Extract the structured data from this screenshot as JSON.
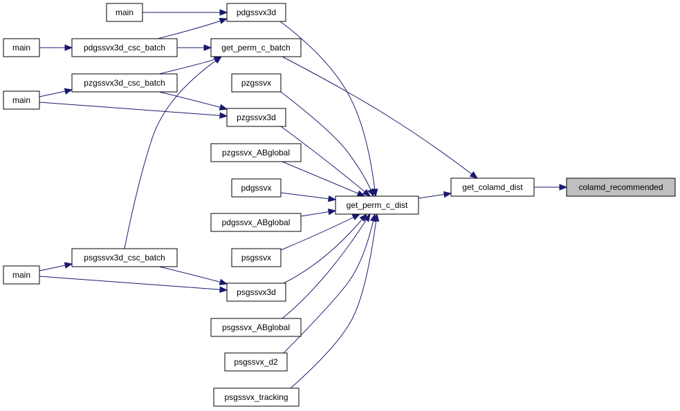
{
  "graph": {
    "edge_color": "#191970",
    "root_fill": "#bfbfbf",
    "nodes": [
      {
        "id": "colamd",
        "label": "colamd_recommended",
        "root": true
      },
      {
        "id": "getcol",
        "label": "get_colamd_dist"
      },
      {
        "id": "gpcd",
        "label": "get_perm_c_dist"
      },
      {
        "id": "gpcb",
        "label": "get_perm_c_batch"
      },
      {
        "id": "pdg3d",
        "label": "pdgssvx3d"
      },
      {
        "id": "pzgssvx",
        "label": "pzgssvx"
      },
      {
        "id": "pzg3d",
        "label": "pzgssvx3d"
      },
      {
        "id": "pzgab",
        "label": "pzgssvx_ABglobal"
      },
      {
        "id": "pdgssvx",
        "label": "pdgssvx"
      },
      {
        "id": "pdgab",
        "label": "pdgssvx_ABglobal"
      },
      {
        "id": "psgssvx",
        "label": "psgssvx"
      },
      {
        "id": "psg3d",
        "label": "psgssvx3d"
      },
      {
        "id": "psgab",
        "label": "psgssvx_ABglobal"
      },
      {
        "id": "psgd2",
        "label": "psgssvx_d2"
      },
      {
        "id": "psgtr",
        "label": "psgssvx_tracking"
      },
      {
        "id": "pdgcsc",
        "label": "pdgssvx3d_csc_batch"
      },
      {
        "id": "pzgcsc",
        "label": "pzgssvx3d_csc_batch"
      },
      {
        "id": "psgcsc",
        "label": "psgssvx3d_csc_batch"
      },
      {
        "id": "main1",
        "label": "main"
      },
      {
        "id": "main2",
        "label": "main"
      },
      {
        "id": "main3",
        "label": "main"
      },
      {
        "id": "main4",
        "label": "main"
      }
    ],
    "edges": [
      {
        "from": "getcol",
        "to": "colamd"
      },
      {
        "from": "gpcd",
        "to": "getcol"
      },
      {
        "from": "gpcb",
        "to": "getcol"
      },
      {
        "from": "pdg3d",
        "to": "gpcd"
      },
      {
        "from": "pzgssvx",
        "to": "gpcd"
      },
      {
        "from": "pzg3d",
        "to": "gpcd"
      },
      {
        "from": "pzgab",
        "to": "gpcd"
      },
      {
        "from": "pdgssvx",
        "to": "gpcd"
      },
      {
        "from": "pdgab",
        "to": "gpcd"
      },
      {
        "from": "psgssvx",
        "to": "gpcd"
      },
      {
        "from": "psg3d",
        "to": "gpcd"
      },
      {
        "from": "psgab",
        "to": "gpcd"
      },
      {
        "from": "psgd2",
        "to": "gpcd"
      },
      {
        "from": "psgtr",
        "to": "gpcd"
      },
      {
        "from": "pdgcsc",
        "to": "gpcb"
      },
      {
        "from": "pzgcsc",
        "to": "gpcb"
      },
      {
        "from": "psgcsc",
        "to": "gpcb"
      },
      {
        "from": "main1",
        "to": "pdg3d"
      },
      {
        "from": "pdgcsc",
        "to": "pdg3d"
      },
      {
        "from": "main2",
        "to": "pdgcsc"
      },
      {
        "from": "main3",
        "to": "pzgcsc"
      },
      {
        "from": "main3",
        "to": "pzg3d"
      },
      {
        "from": "pzgcsc",
        "to": "pzg3d"
      },
      {
        "from": "main4",
        "to": "psgcsc"
      },
      {
        "from": "main4",
        "to": "psg3d"
      },
      {
        "from": "psgcsc",
        "to": "psg3d"
      }
    ]
  }
}
